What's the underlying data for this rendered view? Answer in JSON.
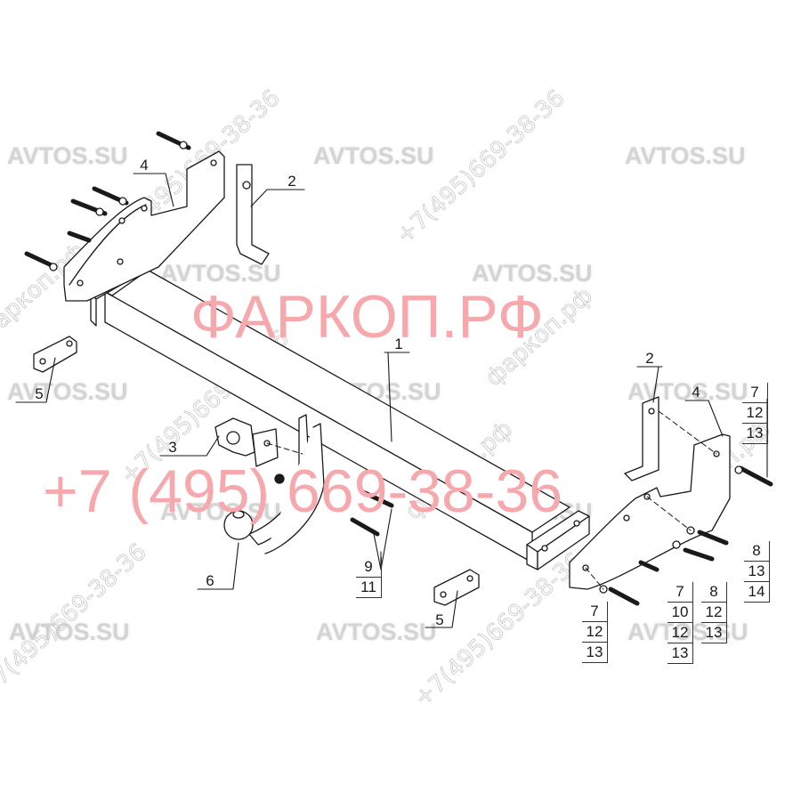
{
  "diagram": {
    "title": "Tow hitch exploded parts diagram",
    "colors": {
      "line": "#1a1a1a",
      "watermark_grey": "#d4d4d4",
      "watermark_red": "#f6a8ad",
      "background": "#ffffff"
    }
  },
  "watermarks": {
    "site": "AVTOS.SU",
    "brand": "ФАРКОП.РФ",
    "phone": "+7 (495) 669-38-36",
    "diagonal_a": "фаркоп.рф",
    "diagonal_b": "+7(495)669-38-36"
  },
  "callouts": {
    "c1": "1",
    "c2_top": "2",
    "c2_right": "2",
    "c3": "3",
    "c4_top": "4",
    "c4_right": "4",
    "c5_left": "5",
    "c5_bottom": "5",
    "c6": "6"
  },
  "stacks": {
    "bolts_9_11": [
      "9",
      "11"
    ],
    "right_top": [
      "7",
      "12",
      "13"
    ],
    "right_mid": [
      "8",
      "13",
      "14"
    ],
    "bottom_a": [
      "7",
      "12",
      "13"
    ],
    "bottom_b": [
      "7",
      "10",
      "12",
      "13"
    ],
    "bottom_c": [
      "8",
      "12",
      "13"
    ]
  }
}
